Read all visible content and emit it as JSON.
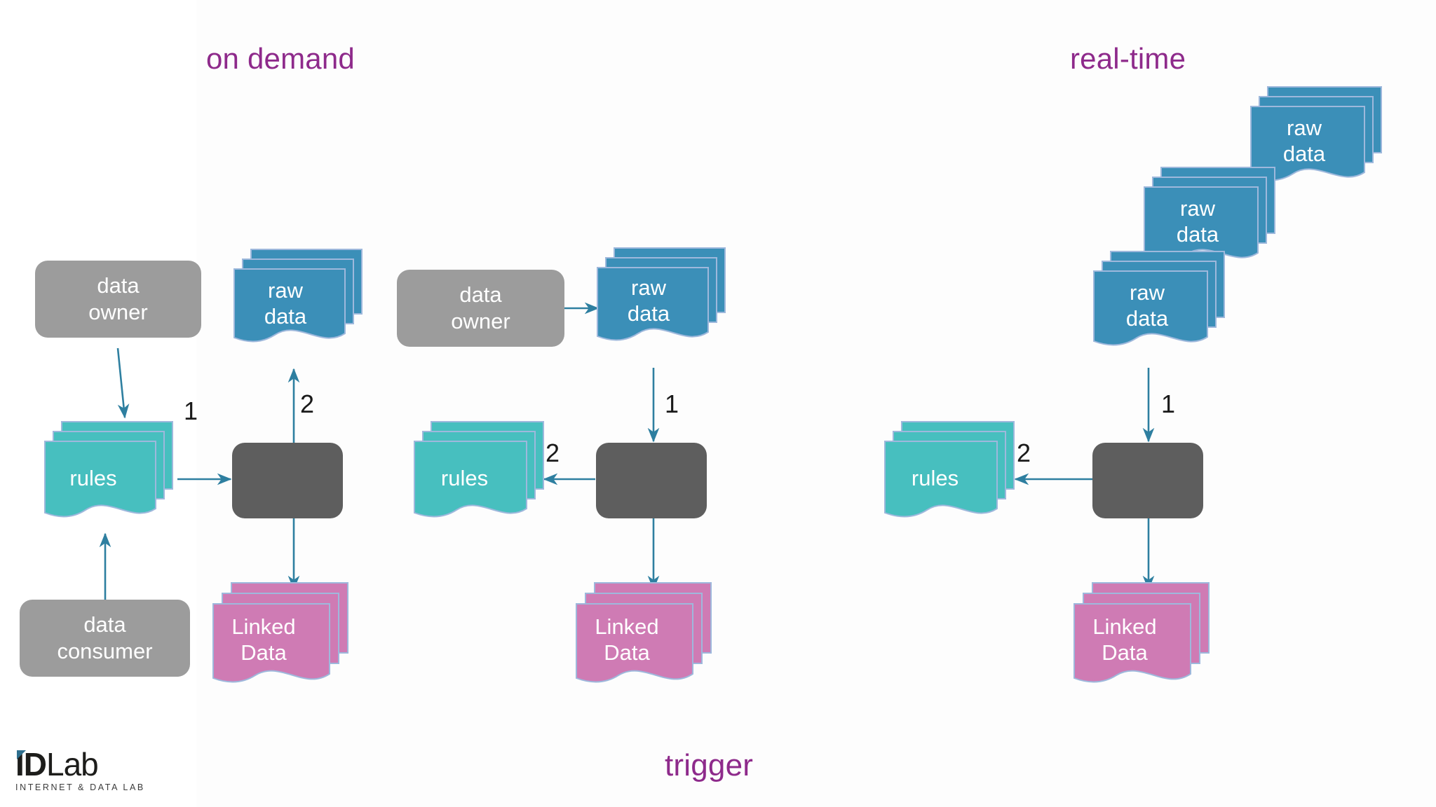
{
  "headings": {
    "left": "on demand",
    "right": "real-time",
    "bottom": "trigger"
  },
  "colors": {
    "heading_purple": "#8E2A8B",
    "actor_grey": "#9C9C9C",
    "processor_grey": "#5E5E5E",
    "raw_data_blue": "#3B8FB8",
    "rules_teal": "#47BFBF",
    "linked_data_pink": "#CF7BB4",
    "arrow_blue": "#2E7FA0",
    "stack_border": "#9EB8DC",
    "background": "#FFFFFF"
  },
  "panels": [
    {
      "id": "on-demand",
      "title": "on demand",
      "nodes": [
        {
          "name": "data-owner",
          "type": "actor",
          "label_lines": [
            "data",
            "owner"
          ]
        },
        {
          "name": "raw-data",
          "type": "stack",
          "label_lines": [
            "raw",
            "data"
          ],
          "color": "raw_data_blue",
          "sheets": 3
        },
        {
          "name": "rules",
          "type": "stack",
          "label_lines": [
            "rules"
          ],
          "color": "rules_teal",
          "sheets": 3
        },
        {
          "name": "processor",
          "type": "processor",
          "label_lines": []
        },
        {
          "name": "data-consumer",
          "type": "actor",
          "label_lines": [
            "data",
            "consumer"
          ]
        },
        {
          "name": "linked-data",
          "type": "stack",
          "label_lines": [
            "Linked",
            "Data"
          ],
          "color": "linked_data_pink",
          "sheets": 3
        }
      ],
      "edges": [
        {
          "from": "data-owner",
          "to": "rules",
          "step": ""
        },
        {
          "from": "data-consumer",
          "to": "rules",
          "step": ""
        },
        {
          "from": "rules",
          "to": "processor",
          "step": "1"
        },
        {
          "from": "processor",
          "to": "raw-data",
          "step": "2"
        },
        {
          "from": "processor",
          "to": "linked-data",
          "step": ""
        }
      ]
    },
    {
      "id": "trigger",
      "title": "trigger",
      "nodes": [
        {
          "name": "data-owner",
          "type": "actor",
          "label_lines": [
            "data",
            "owner"
          ]
        },
        {
          "name": "raw-data",
          "type": "stack",
          "label_lines": [
            "raw",
            "data"
          ],
          "color": "raw_data_blue",
          "sheets": 3
        },
        {
          "name": "rules",
          "type": "stack",
          "label_lines": [
            "rules"
          ],
          "color": "rules_teal",
          "sheets": 3
        },
        {
          "name": "processor",
          "type": "processor",
          "label_lines": []
        },
        {
          "name": "linked-data",
          "type": "stack",
          "label_lines": [
            "Linked",
            "Data"
          ],
          "color": "linked_data_pink",
          "sheets": 3
        }
      ],
      "edges": [
        {
          "from": "data-owner",
          "to": "raw-data",
          "step": ""
        },
        {
          "from": "raw-data",
          "to": "processor",
          "step": "1"
        },
        {
          "from": "processor",
          "to": "rules",
          "step": "2"
        },
        {
          "from": "processor",
          "to": "linked-data",
          "step": ""
        }
      ]
    },
    {
      "id": "real-time",
      "title": "real-time",
      "nodes": [
        {
          "name": "raw-data-1",
          "type": "stack",
          "label_lines": [
            "raw",
            "data"
          ],
          "color": "raw_data_blue",
          "sheets": 3
        },
        {
          "name": "raw-data-2",
          "type": "stack",
          "label_lines": [
            "raw",
            "data"
          ],
          "color": "raw_data_blue",
          "sheets": 3
        },
        {
          "name": "raw-data-3",
          "type": "stack",
          "label_lines": [
            "raw",
            "data"
          ],
          "color": "raw_data_blue",
          "sheets": 3
        },
        {
          "name": "rules",
          "type": "stack",
          "label_lines": [
            "rules"
          ],
          "color": "rules_teal",
          "sheets": 3
        },
        {
          "name": "processor",
          "type": "processor",
          "label_lines": []
        },
        {
          "name": "linked-data",
          "type": "stack",
          "label_lines": [
            "Linked",
            "Data"
          ],
          "color": "linked_data_pink",
          "sheets": 3
        }
      ],
      "edges": [
        {
          "from": "raw-data-1",
          "to": "processor",
          "step": "1"
        },
        {
          "from": "processor",
          "to": "rules",
          "step": "2"
        },
        {
          "from": "processor",
          "to": "linked-data",
          "step": ""
        }
      ]
    }
  ],
  "labels": {
    "data": "data",
    "owner": "owner",
    "consumer": "consumer",
    "raw": "raw",
    "raw_data_line2": "data",
    "rules": "rules",
    "linked": "Linked",
    "linked_data_line2": "Data",
    "step1": "1",
    "step2": "2"
  },
  "logo": {
    "word_bold": "ID",
    "word_light": "Lab",
    "tagline": "INTERNET & DATA LAB"
  }
}
